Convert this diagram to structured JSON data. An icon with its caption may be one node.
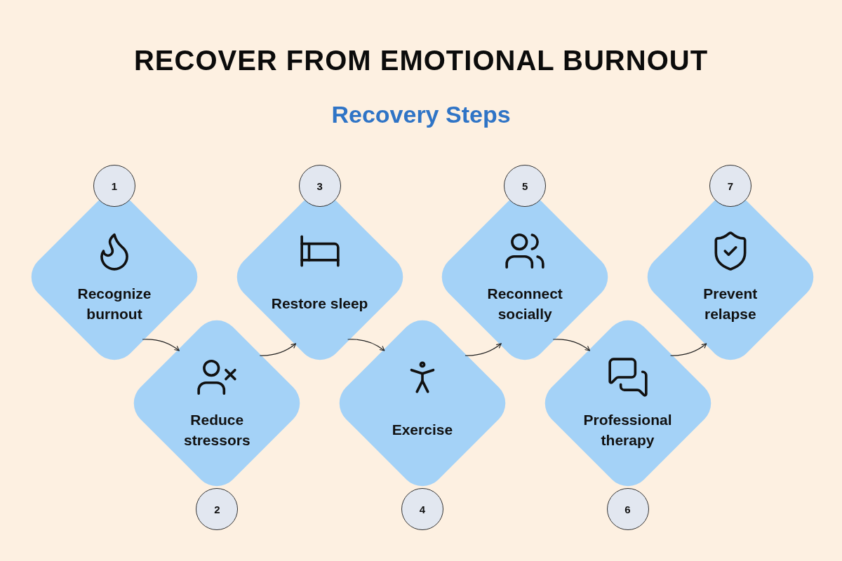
{
  "diagram": {
    "title": "RECOVER FROM EMOTIONAL BURNOUT",
    "nodes": [
      {
        "text": [
          "Recognize burnout"
        ]
      },
      {
        "text": [
          "1"
        ]
      },
      {
        "text": [
          "Reduce stressors"
        ]
      },
      {
        "text": [
          "2"
        ]
      },
      {
        "text": [
          "Restore sleep"
        ]
      },
      {
        "text": [
          "3"
        ]
      },
      {
        "text": [
          "Exercise"
        ]
      },
      {
        "text": [
          "4"
        ]
      },
      {
        "text": [
          "Reconnect socially"
        ]
      },
      {
        "text": [
          "5"
        ]
      },
      {
        "text": [
          "Professional therapy"
        ]
      },
      {
        "text": [
          "6"
        ]
      },
      {
        "text": [
          "Prevent relapse"
        ]
      },
      {
        "text": [
          "7"
        ]
      }
    ],
    "edges": [
      {
        "from": 0,
        "to": 2,
        "arrow": "to"
      },
      {
        "from": 2,
        "to": 4,
        "arrow": "to"
      },
      {
        "from": 4,
        "to": 6,
        "arrow": "to"
      },
      {
        "from": 6,
        "to": 8,
        "arrow": "to"
      },
      {
        "from": 8,
        "to": 10,
        "arrow": "to"
      },
      {
        "from": 10,
        "to": 12,
        "arrow": "to"
      }
    ],
    "labels": [
      "Recovery Steps"
    ]
  }
}
